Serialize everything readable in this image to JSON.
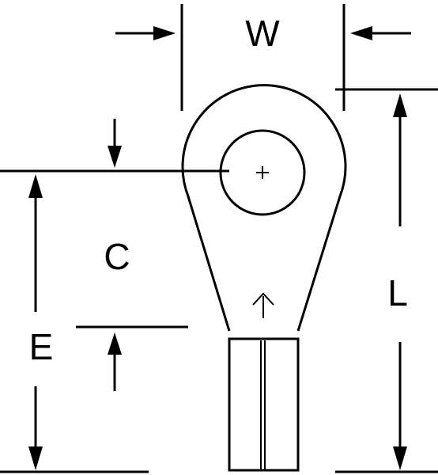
{
  "diagram": {
    "labels": {
      "w": "W",
      "c": "C",
      "e": "E",
      "l": "L"
    },
    "colors": {
      "stroke": "#000000",
      "background": "#ffffff"
    }
  }
}
